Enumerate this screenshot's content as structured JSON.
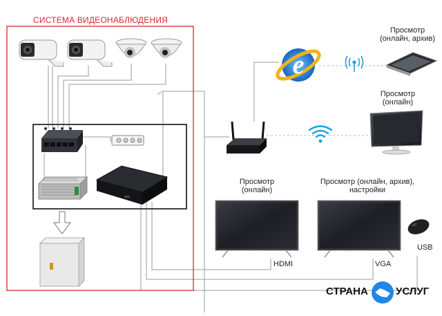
{
  "system_title": "СИСТЕМА ВИДЕОНАБЛЮДЕНИЯ",
  "viewers": {
    "tablet": [
      "Просмотр",
      "(онлайн, архив)"
    ],
    "monitor": [
      "Просмотр",
      "(онлайн)"
    ],
    "tv_hdmi": [
      "Просмотр",
      "(онлайн)"
    ],
    "tv_vga": [
      "Просмотр (онлайн, архив),",
      "настройки"
    ]
  },
  "ports": {
    "hdmi": "HDMI",
    "vga": "VGA",
    "usb": "USB"
  },
  "logo": {
    "left": "СТРАНА",
    "right": "УСЛУГ"
  },
  "colors": {
    "system_border": "#d8262b",
    "wire": "#9a9a9a",
    "wifi": "#1ea0e0",
    "ie_blue": "#1e73d2",
    "ie_ring": "#f2b21a",
    "logo_blue": "#1e88e5"
  },
  "icons": [
    "ip-camera-icon",
    "dome-camera-icon",
    "switch-icon",
    "power-supply-icon",
    "power-strip-icon",
    "nvr-icon",
    "cabinet-icon",
    "router-icon",
    "internet-explorer-icon",
    "wifi-icon",
    "tablet-icon",
    "monitor-icon",
    "tv-icon",
    "mouse-icon",
    "handshake-icon"
  ]
}
